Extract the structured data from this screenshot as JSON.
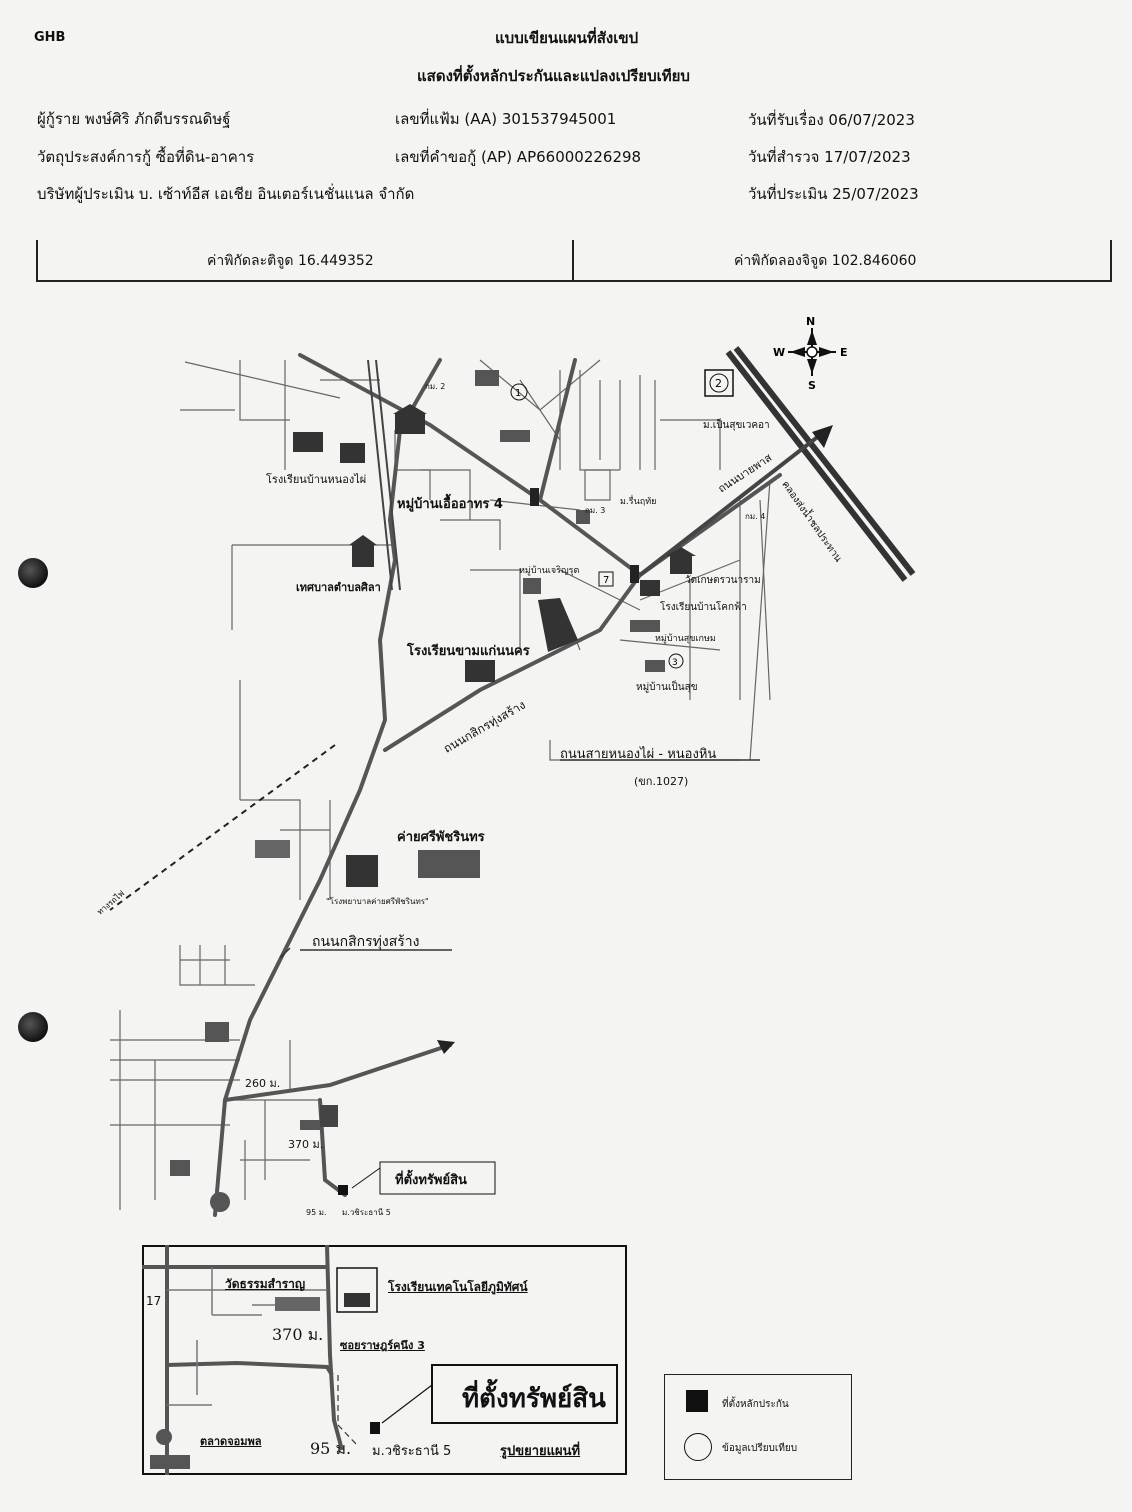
{
  "header": {
    "logo": "GHB",
    "title1": "แบบเขียนแผนที่สังเขป",
    "title2": "แสดงที่ตั้งหลักประกันและแปลงเปรียบเทียบ",
    "borrower": "ผู้กู้ราย พงษ์ศิริ ภักดีบรรณดิษฐ์",
    "purpose": "วัตถุประสงค์การกู้ ซื้อที่ดิน-อาคาร",
    "appraiser": "บริษัทผู้ประเมิน บ. เซ้าท์อีส เอเชีย อินเตอร์เนชั่นแนล จำกัด",
    "file_no": "เลขที่แฟ้ม (AA) 301537945001",
    "request_no": "เลขที่คำขอกู้ (AP) AP66000226298",
    "received_date": "วันที่รับเรื่อง 06/07/2023",
    "survey_date": "วันที่สำรวจ 17/07/2023",
    "appraisal_date": "วันที่ประเมิน 25/07/2023",
    "latitude": "ค่าพิกัดละติจูด 16.449352",
    "longitude": "ค่าพิกัดลองจิจูด 102.846060"
  },
  "map": {
    "compass": {
      "n": "N",
      "s": "S",
      "e": "E",
      "w": "W"
    },
    "labels": {
      "school_nongphai": "โรงเรียนบ้านหนองไผ่",
      "muban_uea_athon": "หมู่บ้านเอื้ออาทร 4",
      "thesaban": "เทศบาลตำบลศิลา",
      "school_kham_kaen": "โรงเรียนขามแก่นนคร",
      "muban_jaroenrut": "หมู่บ้านเจริญรุต",
      "wat_kaset": "วัดเกษตรวนาราม",
      "school_kokfa": "โรงเรียนบ้านโคกฟ้า",
      "muban_suk_kasem": "หมู่บ้านสุขเกษม",
      "muban_pensuk": "หมู่บ้านเป็นสุข",
      "m_pensuk_vegas": "ม.เป็นสุขเวคอา",
      "m_ruenruesa": "ม.รื่นฤทัย",
      "bypass": "ถนนบายพาส",
      "canal": "คลองส่งน้ำชลประทาน",
      "road_kasikorn_diag": "ถนนกสิกรทุ่งสร้าง",
      "road_sai_nongphai": "ถนนสายหนองไผ่ - หนองหิน",
      "road_code": "(ขก.1027)",
      "camp": "ค่ายศรีพัชรินทร",
      "camp_hospital": "\"โรงพยาบาลค่ายศรีพัชรินทร\"",
      "road_kasikorn_main": "ถนนกสิกรทุ่งสร้าง",
      "dist_260": "260 ม.",
      "dist_370": "370 ม.",
      "dist_95": "95 ม.",
      "property": "ที่ตั้งทรัพย์สิน",
      "m_wachira": "ม.วชิระธานี 5",
      "khwa": "กม. 4",
      "m2": "กม. 2",
      "m3": "กม. 3",
      "num1": "1",
      "num2": "2",
      "num3": "3",
      "num7": "7",
      "rail": "ทางรถไฟ"
    }
  },
  "inset": {
    "wat": "วัดธรรมสำราญ",
    "school": "โรงเรียนเทคโนโลยีภูมิทัศน์",
    "dist_370": "370 ม.",
    "soi": "ซอยราษฎร์คนึง 3",
    "property": "ที่ตั้งทรัพย์สิน",
    "market": "ตลาดจอมพล",
    "dist_95": "95 ม.",
    "village": "ม.วชิระธานี 5",
    "caption": "รูปขยายแผนที่",
    "side_num": "17"
  },
  "legend": {
    "collateral": "ที่ตั้งหลักประกัน",
    "comparison": "ข้อมูลเปรียบเทียบ"
  }
}
